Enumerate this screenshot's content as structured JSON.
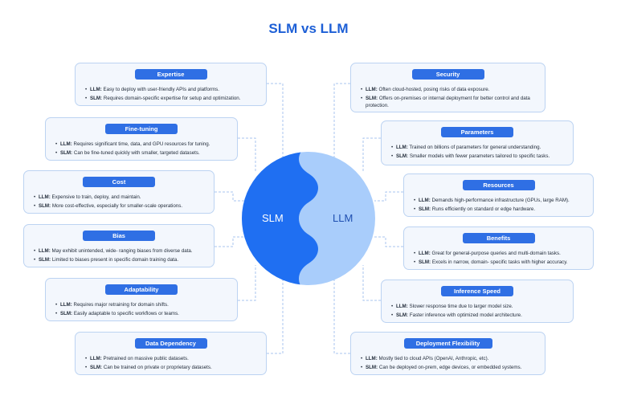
{
  "title": "SLM vs LLM",
  "center": {
    "left_label": "SLM",
    "right_label": "LLM"
  },
  "colors": {
    "accent": "#2f6fe4",
    "slm": "#1f6ff2",
    "llm": "#a9cdfb",
    "card_bg": "#f3f7fd",
    "card_border": "#bcd3f2"
  },
  "left_cards": [
    {
      "title": "Expertise",
      "llm_tag": "LLM:",
      "llm": "Easy to deploy with user-friendly APIs and platforms.",
      "slm_tag": "SLM:",
      "slm": "Requires domain-specific expertise for setup and optimization."
    },
    {
      "title": "Fine-tuning",
      "llm_tag": "LLM:",
      "llm": "Requires significant time, data, and GPU resources for tuning.",
      "slm_tag": "SLM:",
      "slm": "Can be fine-tuned quickly with smaller, targeted datasets."
    },
    {
      "title": "Cost",
      "llm_tag": "LLM:",
      "llm": "Expensive to train, deploy, and maintain.",
      "slm_tag": "SLM:",
      "slm": "More cost-effective, especially for smaller-scale operations."
    },
    {
      "title": "Bias",
      "llm_tag": "LLM:",
      "llm": "May exhibit unintended, wide- ranging biases from diverse data.",
      "slm_tag": "SLM:",
      "slm": "Limited to biases present in specific domain training data."
    },
    {
      "title": "Adaptability",
      "llm_tag": "LLM:",
      "llm": "Requires major retraining for domain shifts.",
      "slm_tag": "SLM:",
      "slm": "Easily adaptable to specific workflows or teams."
    },
    {
      "title": "Data Dependency",
      "llm_tag": "LLM:",
      "llm": "Pretrained on massive public datasets.",
      "slm_tag": "SLM:",
      "slm": "Can be trained on private or proprietary datasets."
    }
  ],
  "right_cards": [
    {
      "title": "Security",
      "llm_tag": "LLM:",
      "llm": "Often cloud-hosted, posing risks of data exposure.",
      "slm_tag": "SLM:",
      "slm": "Offers on-premises or internal deployment for better control and data protection."
    },
    {
      "title": "Parameters",
      "llm_tag": "LLM:",
      "llm": "Trained on billions of parameters for general understanding.",
      "slm_tag": "SLM:",
      "slm": "Smaller models with fewer parameters tailored to specific tasks."
    },
    {
      "title": "Resources",
      "llm_tag": "LLM:",
      "llm": "Demands high-performance infrastructure (GPUs, large RAM).",
      "slm_tag": "SLM:",
      "slm": "Runs efficiently on standard or edge hardware."
    },
    {
      "title": "Benefits",
      "llm_tag": "LLM:",
      "llm": "Great for general-purpose queries and multi-domain tasks.",
      "slm_tag": "SLM:",
      "slm": "Excels in narrow, domain- specific tasks with higher accuracy."
    },
    {
      "title": "Inference Speed",
      "llm_tag": "LLM:",
      "llm": "Slower response time due to larger model size.",
      "slm_tag": "SLM:",
      "slm": "Faster inference with optimized model architecture."
    },
    {
      "title": "Deployment Flexibility",
      "llm_tag": "LLM:",
      "llm": "Mostly tied to cloud APIs (OpenAI, Anthropic, etc).",
      "slm_tag": "SLM:",
      "slm": "Can be deployed on-prem, edge devices, or embedded systems."
    }
  ]
}
